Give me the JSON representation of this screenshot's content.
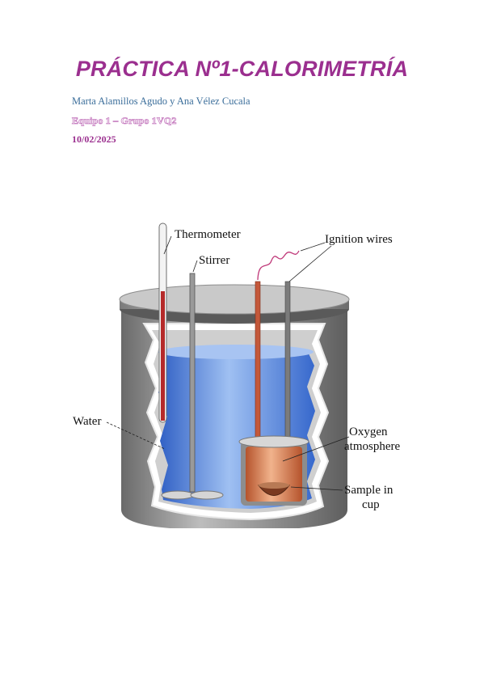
{
  "document": {
    "title": "PRÁCTICA Nº1-CALORIMETRÍA",
    "authors": "Marta Alamillos Agudo y Ana Vélez Cucala",
    "team": "Equipo 1 – Grupo 1VQ2",
    "date": "10/02/2025"
  },
  "figure": {
    "labels": {
      "thermometer": "Thermometer",
      "stirrer": "Stirrer",
      "ignition_wires": "Ignition wires",
      "water": "Water",
      "oxygen_line1": "Oxygen",
      "oxygen_line2": "atmosphere",
      "sample_line1": "Sample in",
      "sample_line2": "cup"
    },
    "colors": {
      "title": "#9b2f8f",
      "authors": "#3a6d9a",
      "water": "#4f7fd6",
      "container": "#8e8e8e",
      "thermometer_fluid": "#b52a2a",
      "bomb": "#d8744a"
    }
  }
}
